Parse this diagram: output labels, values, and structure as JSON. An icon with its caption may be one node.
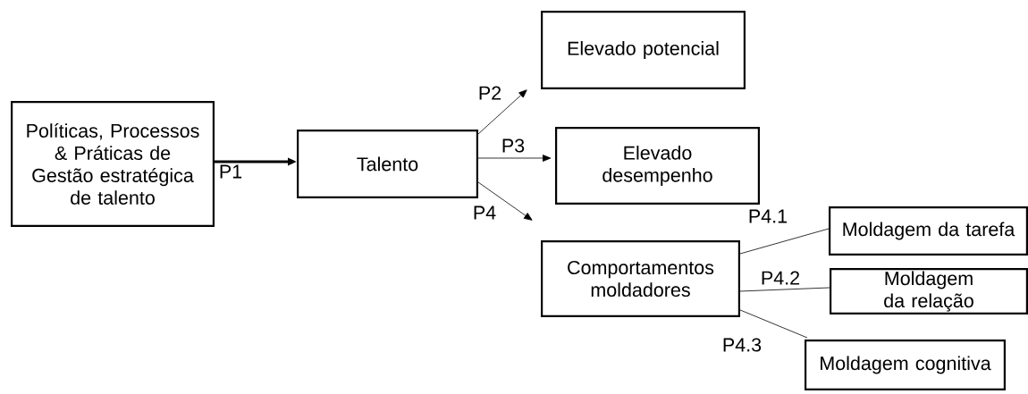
{
  "diagram": {
    "nodes": [
      {
        "text": [
          "Políticas, Processos & Práticas de Gestão estratégica de talento"
        ]
      },
      {
        "text": [
          "Talento"
        ]
      },
      {
        "text": [
          "Elevado potencial"
        ]
      },
      {
        "text": [
          "Elevado desempenho"
        ]
      },
      {
        "text": [
          "Comportamentos moldadores"
        ]
      },
      {
        "text": [
          "Moldagem da tarefa"
        ]
      },
      {
        "text": [
          "Moldagem da relação"
        ]
      },
      {
        "text": [
          "Moldagem cognitiva"
        ]
      }
    ],
    "edges": [
      {
        "from": 0,
        "to": 1,
        "arrow": "to",
        "label": "P1",
        "style": "thick"
      },
      {
        "from": 1,
        "to": 2,
        "arrow": "to",
        "label": "P2"
      },
      {
        "from": 1,
        "to": 3,
        "arrow": "to",
        "label": "P3"
      },
      {
        "from": 1,
        "to": 4,
        "arrow": "to",
        "label": "P4"
      },
      {
        "from": 4,
        "to": 5,
        "arrow": "none",
        "label": "P4.1"
      },
      {
        "from": 4,
        "to": 6,
        "arrow": "none",
        "label": "P4.2"
      },
      {
        "from": 4,
        "to": 7,
        "arrow": "none",
        "label": "P4.3"
      }
    ]
  }
}
